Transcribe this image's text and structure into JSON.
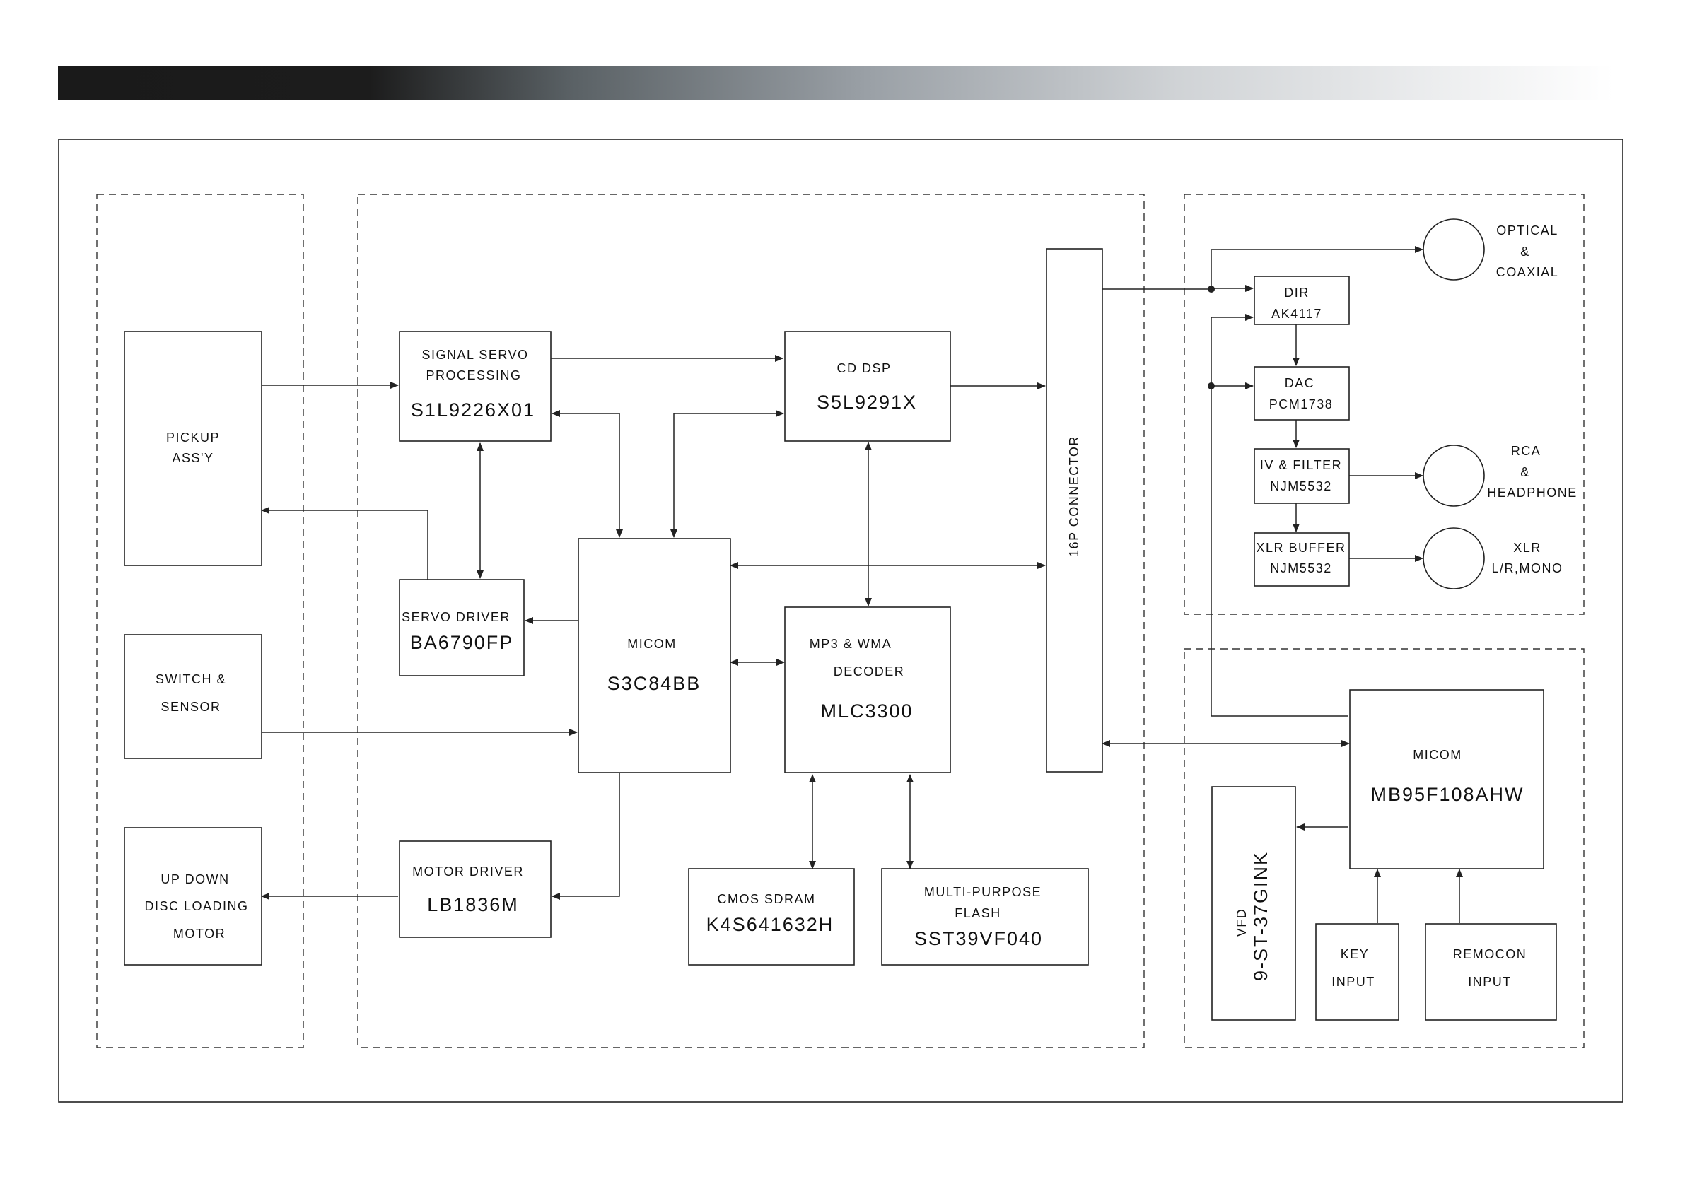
{
  "blocks": {
    "pickup": {
      "lines": [
        "PICKUP",
        "ASS'Y"
      ]
    },
    "switch_sensor": {
      "lines": [
        "SWITCH &",
        "SENSOR"
      ]
    },
    "updown_motor": {
      "lines": [
        "UP DOWN",
        "DISC LOADING",
        "MOTOR"
      ]
    },
    "signal_servo": {
      "lines": [
        "SIGNAL SERVO",
        "PROCESSING"
      ],
      "part": "S1L9226X01"
    },
    "cd_dsp": {
      "lines": [
        "CD DSP"
      ],
      "part": "S5L9291X"
    },
    "servo_driver": {
      "lines": [
        "SERVO DRIVER"
      ],
      "part": "BA6790FP"
    },
    "micom_main": {
      "lines": [
        "MICOM"
      ],
      "part": "S3C84BB"
    },
    "mp3_decoder": {
      "lines": [
        "MP3 & WMA",
        "DECODER"
      ],
      "part": "MLC3300"
    },
    "motor_driver": {
      "lines": [
        "MOTOR DRIVER"
      ],
      "part": "LB1836M"
    },
    "sdram": {
      "lines": [
        "CMOS SDRAM"
      ],
      "part": "K4S641632H"
    },
    "flash": {
      "lines": [
        "MULTI-PURPOSE",
        "FLASH"
      ],
      "part": "SST39VF040"
    },
    "connector": {
      "label": "16P CONNECTOR"
    },
    "dir": {
      "lines": [
        "DIR",
        "AK4117"
      ]
    },
    "dac": {
      "lines": [
        "DAC",
        "PCM1738"
      ]
    },
    "iv_filter": {
      "lines": [
        "IV & FILTER",
        "NJM5532"
      ]
    },
    "xlr_buffer": {
      "lines": [
        "XLR BUFFER",
        "NJM5532"
      ]
    },
    "micom_front": {
      "lines": [
        "MICOM"
      ],
      "part": "MB95F108AHW"
    },
    "vfd": {
      "lines": [
        "VFD"
      ],
      "part": "9-ST-37GINK"
    },
    "key_input": {
      "lines": [
        "KEY",
        "INPUT"
      ]
    },
    "remocon_input": {
      "lines": [
        "REMOCON",
        "INPUT"
      ]
    }
  },
  "outputs": {
    "optical": {
      "lines": [
        "OPTICAL",
        "&",
        "COAXIAL"
      ]
    },
    "rca": {
      "lines": [
        "RCA",
        "&",
        "HEADPHONE"
      ]
    },
    "xlr": {
      "lines": [
        "XLR",
        "L/R,MONO"
      ]
    }
  }
}
